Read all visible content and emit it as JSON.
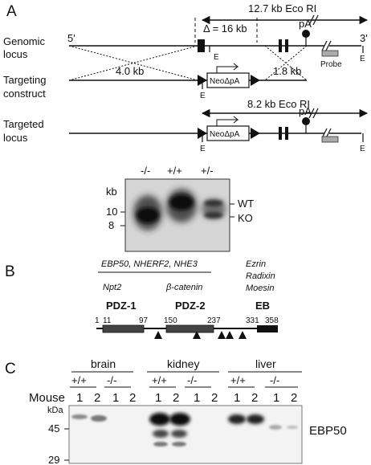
{
  "panelA": {
    "letter": "A",
    "eco_top": "12.7 kb Eco RI",
    "delta": "Δ = 16 kb",
    "pA": "pA",
    "five_prime": "5'",
    "three_prime": "3'",
    "genomic_label": [
      "Genomic",
      "locus"
    ],
    "targeting_label": [
      "Targeting",
      "construct"
    ],
    "targeted_label": [
      "Targeted",
      "locus"
    ],
    "E": "E",
    "probe": "Probe",
    "neo": "NeoΔpA",
    "arm_left": "4.0 kb",
    "arm_right": "1.8 kb",
    "eco_bottom": "8.2 kb Eco RI"
  },
  "blot": {
    "lanes": [
      "-/-",
      "+/+",
      "+/-"
    ],
    "kb_label": "kb",
    "markers": [
      "10",
      "8"
    ],
    "bands": [
      "WT",
      "KO"
    ]
  },
  "panelB": {
    "letter": "B",
    "binding_line1": "EBP50, NHERF2, NHE3",
    "binding_npt2": "Npt2",
    "binding_catenin": "β-catenin",
    "erm": [
      "Ezrin",
      "Radixin",
      "Moesin"
    ],
    "domains": [
      "PDZ-1",
      "PDZ-2",
      "EB"
    ],
    "positions": [
      "1",
      "11",
      "97",
      "150",
      "237",
      "331",
      "358"
    ]
  },
  "panelC": {
    "letter": "C",
    "tissues": [
      "brain",
      "kidney",
      "liver"
    ],
    "genotypes": [
      "+/+",
      "-/-"
    ],
    "mouse_label": "Mouse",
    "mouse_numbers": [
      "1",
      "2"
    ],
    "kda_label": "kDa",
    "markers": [
      "45",
      "29"
    ],
    "protein": "EBP50"
  }
}
